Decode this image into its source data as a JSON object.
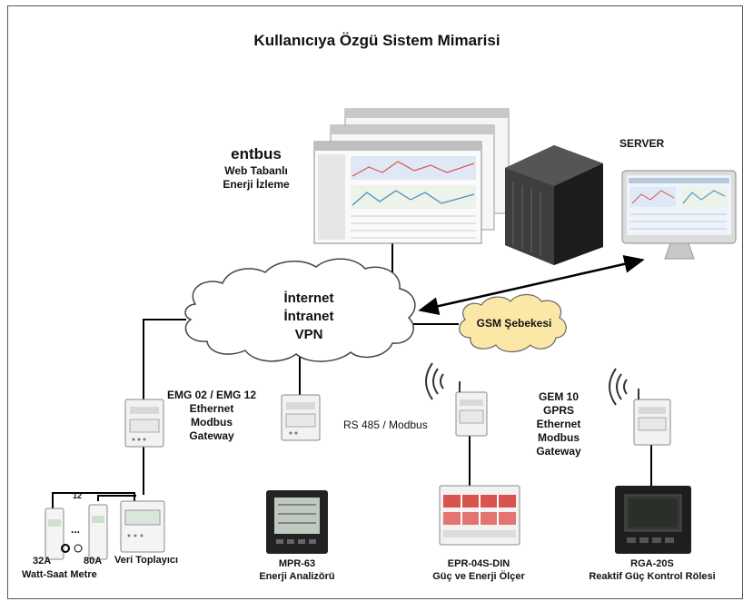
{
  "title": "Kullanıcıya Özgü Sistem Mimarisi",
  "software": {
    "name": "entbus",
    "line1": "Web Tabanlı",
    "line2": "Enerji İzleme"
  },
  "server": {
    "label": "SERVER"
  },
  "cloud": {
    "line1": "İnternet",
    "line2": "İntranet",
    "line3": "VPN"
  },
  "gsm": {
    "label": "GSM Şebekesi"
  },
  "gateway1": {
    "line1": "EMG 02 / EMG 12",
    "line2": "Ethernet",
    "line3": "Modbus",
    "line4": "Gateway"
  },
  "rs485": {
    "label": "RS 485 / Modbus"
  },
  "gateway2": {
    "line1": "GEM 10",
    "line2": "GPRS",
    "line3": "Ethernet",
    "line4": "Modbus",
    "line5": "Gateway"
  },
  "meters": {
    "count": "12",
    "dots": "...",
    "label_32a": "32A",
    "label_80a": "80A",
    "collector": "Veri Toplayıcı",
    "caption": "Watt-Saat Metre"
  },
  "mpr": {
    "name": "MPR-63",
    "desc": "Enerji Analizörü"
  },
  "epr": {
    "name": "EPR-04S-DIN",
    "desc": "Güç ve Enerji Ölçer"
  },
  "rga": {
    "name": "RGA-20S",
    "desc": "Reaktif Güç Kontrol Rölesi"
  },
  "colors": {
    "cloud_fill": "#ffffff",
    "gsm_fill": "#fbe7a6",
    "line": "#000000",
    "panel": "#1a1a1a",
    "red": "#d9534f"
  }
}
